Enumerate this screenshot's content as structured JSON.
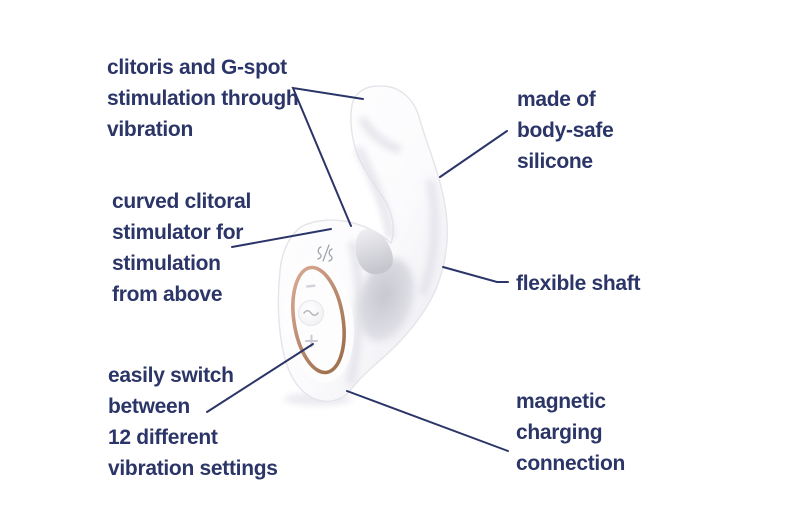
{
  "page": {
    "background": "#ffffff",
    "description": "Product feature diagram of a white G-spot and clitoral vibrator with six annotated callouts"
  },
  "colors": {
    "accent_navy": "#2b3568",
    "product_white": "#ffffff",
    "product_shade": "#e8e8ee",
    "ring_rose_gold": "#c08f77",
    "logo_gray": "#9aa0a8"
  },
  "product": {
    "illustration": "white-curved-vibrator",
    "logo_icon": "satisfyer-logo",
    "button_icons": [
      "minus-button",
      "wave-button",
      "plus-button"
    ]
  },
  "callouts": {
    "stimulation": {
      "lines": [
        "clitoris and G-spot",
        "stimulation through",
        "vibration"
      ]
    },
    "silicone": {
      "lines": [
        "made of",
        "body-safe",
        "silicone"
      ]
    },
    "stimulator": {
      "lines": [
        "curved clitoral",
        "stimulator for",
        "stimulation",
        "from above"
      ]
    },
    "shaft": {
      "lines": [
        "flexible shaft"
      ]
    },
    "settings": {
      "lines": [
        "easily switch",
        "between",
        "12 different",
        "vibration settings"
      ]
    },
    "charging": {
      "lines": [
        "magnetic",
        "charging",
        "connection"
      ]
    }
  }
}
